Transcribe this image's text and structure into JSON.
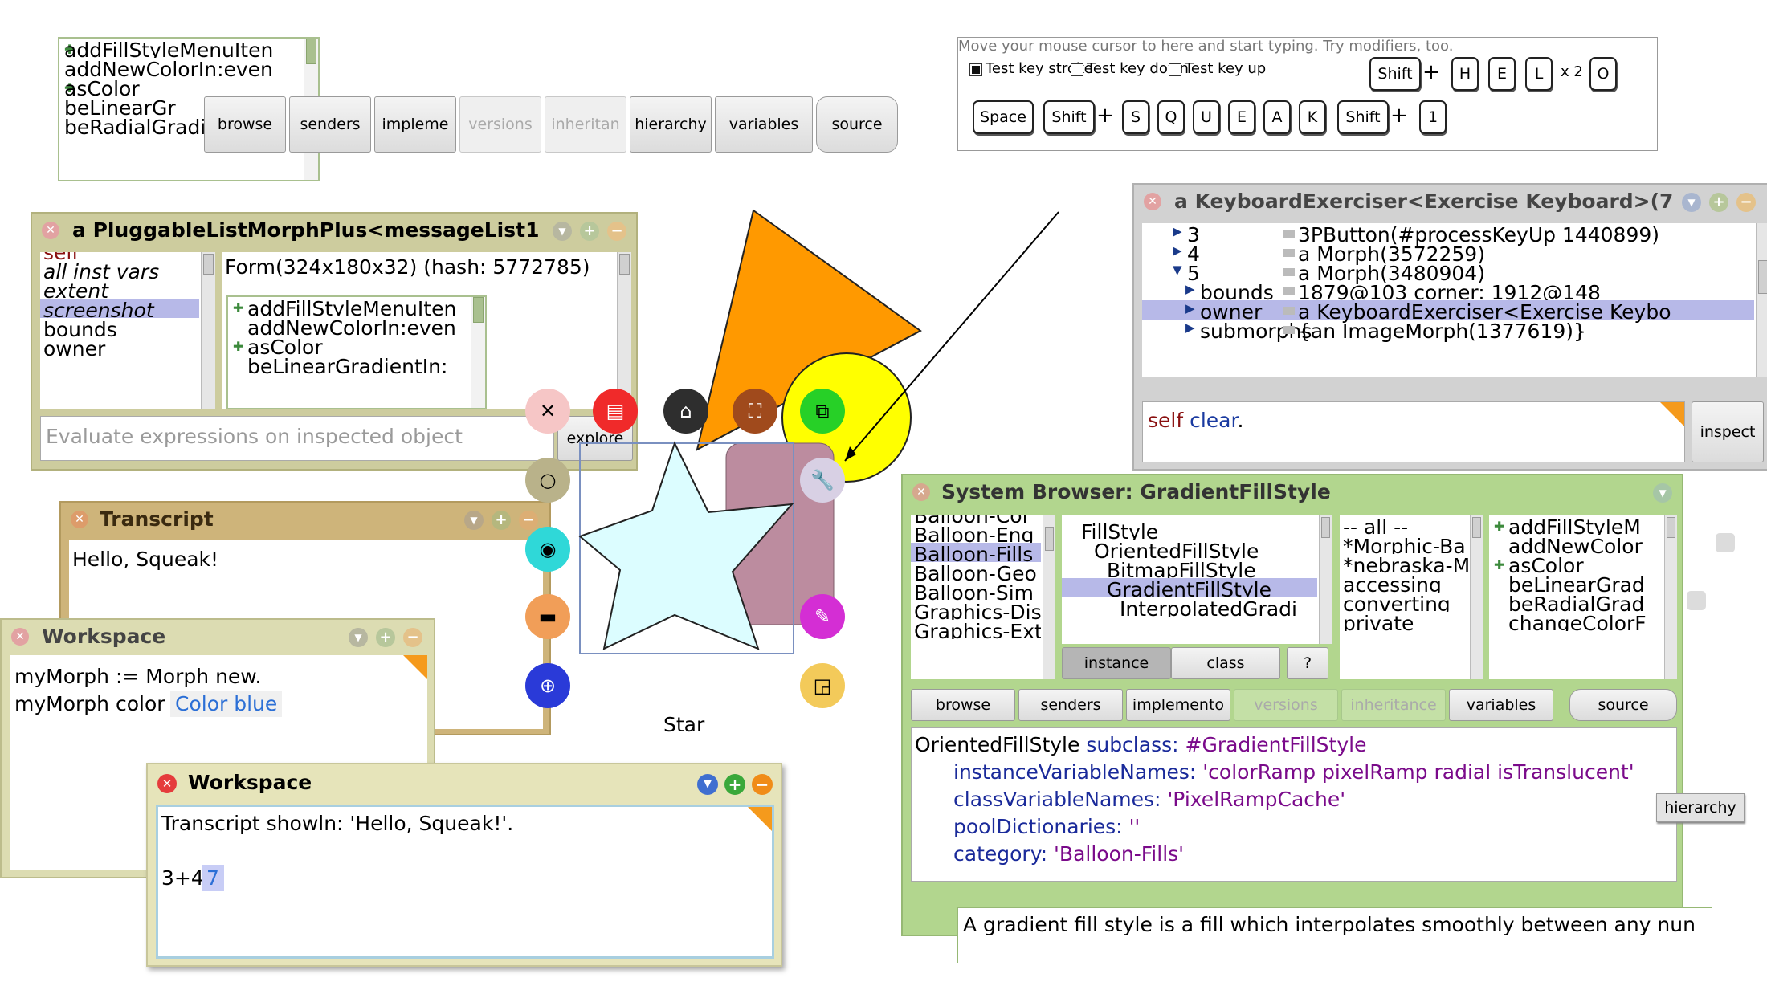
{
  "topleft_list": {
    "items": [
      {
        "arrow": "up",
        "label": "addFillStyleMenuIten"
      },
      {
        "arrow": "",
        "label": "addNewColorIn:even"
      },
      {
        "arrow": "up",
        "label": "asColor"
      },
      {
        "arrow": "",
        "label": "beLinearGr"
      },
      {
        "arrow": "",
        "label": "beRadialGradientIn:"
      }
    ]
  },
  "top_buttons": {
    "browse": "browse",
    "senders": "senders",
    "implementors": "impleme",
    "versions": "versions",
    "inheritance": "inheritan",
    "hierarchy": "hierarchy",
    "variables": "variables",
    "source": "source"
  },
  "keyboard": {
    "hint": "Move your mouse cursor to here and start typing. Try modifiers, too.",
    "checks": [
      {
        "label": "Test key stroke",
        "checked": true
      },
      {
        "label": "Test key down",
        "checked": false
      },
      {
        "label": "Test key up",
        "checked": false
      }
    ],
    "row1_shift": "Shift",
    "plus": "+",
    "row1_keys": [
      "H",
      "E",
      "L"
    ],
    "times2": "x 2",
    "row1_last": "O",
    "row2_space": "Space",
    "row2_shift": "Shift",
    "row2_keys": [
      "S",
      "Q",
      "U",
      "E",
      "A",
      "K"
    ],
    "row2_shift2": "Shift",
    "row2_last": "1"
  },
  "inspector": {
    "title": "a PluggableListMorphPlus<messageList1",
    "fields": [
      "self",
      "all inst vars",
      "extent",
      "screenshot",
      "bounds",
      "owner"
    ],
    "value": "Form(324x180x32) (hash: 5772785)",
    "inner_list": [
      {
        "arrow": "up",
        "label": "addFillStyleMenuIten"
      },
      {
        "arrow": "",
        "label": "addNewColorIn:even"
      },
      {
        "arrow": "up",
        "label": "asColor"
      },
      {
        "arrow": "",
        "label": "beLinearGradientIn:"
      }
    ],
    "eval_placeholder": "Evaluate expressions on inspected object",
    "explore": "explore"
  },
  "transcript": {
    "title": "Transcript",
    "text": "Hello, Squeak!"
  },
  "workspace1": {
    "title": "Workspace",
    "line1": "myMorph := Morph new.",
    "line2": "myMorph color",
    "result": "Color blue"
  },
  "workspace2": {
    "title": "Workspace",
    "line1": "Transcript showln: 'Hello, Squeak!'.",
    "line2": "3+4",
    "result": "7"
  },
  "star_label": "Star",
  "keyboard_exerciser": {
    "title": "a KeyboardExerciser<Exercise Keyboard>(7",
    "rows": [
      {
        "key": "3",
        "value": "3PButton(#processKeyUp 1440899)",
        "indent": 0,
        "open": false
      },
      {
        "key": "4",
        "value": "a Morph(3572259)",
        "indent": 0,
        "open": false
      },
      {
        "key": "5",
        "value": "a Morph(3480904)",
        "indent": 0,
        "open": true
      },
      {
        "key": "bounds",
        "value": "1879@103 corner: 1912@148",
        "indent": 1,
        "open": false
      },
      {
        "key": "owner",
        "value": "a KeyboardExerciser<Exercise Keybo",
        "indent": 1,
        "open": false
      },
      {
        "key": "submorphs",
        "value": "{an ImageMorph(1377619)}",
        "indent": 1,
        "open": false
      }
    ],
    "code_receiver": "self",
    "code_message": "clear",
    "code_period": ".",
    "inspect": "inspect"
  },
  "system_browser": {
    "title": "System Browser: GradientFillStyle",
    "categories": [
      "Balloon-Col",
      "Balloon-Eng",
      "Balloon-Fills",
      "Balloon-Geo",
      "Balloon-Sim",
      "Graphics-Dis",
      "Graphics-Ext"
    ],
    "classes": [
      {
        "label": "FillStyle",
        "indent": 0
      },
      {
        "label": "OrientedFillStyle",
        "indent": 1
      },
      {
        "label": "BitmapFillStyle",
        "indent": 2
      },
      {
        "label": "GradientFillStyle",
        "indent": 2
      },
      {
        "label": "InterpolatedGradi",
        "indent": 3
      }
    ],
    "protocols": [
      "-- all --",
      "*Morphic-Ba",
      "*nebraska-M",
      "accessing",
      "converting",
      "private"
    ],
    "methods": [
      {
        "arrow": "up",
        "label": "addFillStyleM"
      },
      {
        "arrow": "",
        "label": "addNewColor"
      },
      {
        "arrow": "up",
        "label": "asColor"
      },
      {
        "arrow": "",
        "label": "beLinearGrad"
      },
      {
        "arrow": "",
        "label": "beRadialGrad"
      },
      {
        "arrow": "",
        "label": "changeColorF"
      }
    ],
    "instance": "instance",
    "class": "class",
    "question": "?",
    "buttons": {
      "browse": "browse",
      "senders": "senders",
      "implementors": "implemento",
      "versions": "versions",
      "inheritance": "inheritance",
      "variables": "variables",
      "source": "source"
    },
    "code": {
      "l1a": "OrientedFillStyle",
      "l1b": " subclass: ",
      "l1c": "#GradientFillStyle",
      "l2a": "instanceVariableNames: ",
      "l2b": "'colorRamp pixelRamp radial isTranslucent'",
      "l3a": "classVariableNames: ",
      "l3b": "'PixelRampCache'",
      "l4a": "poolDictionaries: ",
      "l4b": "''",
      "l5a": "category: ",
      "l5b": "'Balloon-Fills'"
    },
    "hierarchy_tooltip": "hierarchy",
    "comment": "A gradient fill style is a fill which interpolates smoothly between any nun"
  },
  "colors": {
    "inspector_bg": "#cdcc9e",
    "transcript_bg": "#ceb47a",
    "workspace_bg": "#dcdcb2",
    "browser_bg": "#b2d68e",
    "exerciser_bg": "#d2d2d2",
    "selection": "#b7b9e8",
    "star_fill": "#dcfdff",
    "triangle_fill": "#ff9900",
    "halo_yellow": "#ffff00",
    "rect_fill": "#bc8c9f"
  },
  "halo_icons": [
    "close-icon",
    "menu-icon",
    "grab-icon",
    "drag-icon",
    "duplicate-icon",
    "debug-icon",
    "collapse-icon",
    "view-icon",
    "tile-icon",
    "rotate-icon",
    "picker-icon",
    "resize-icon"
  ]
}
